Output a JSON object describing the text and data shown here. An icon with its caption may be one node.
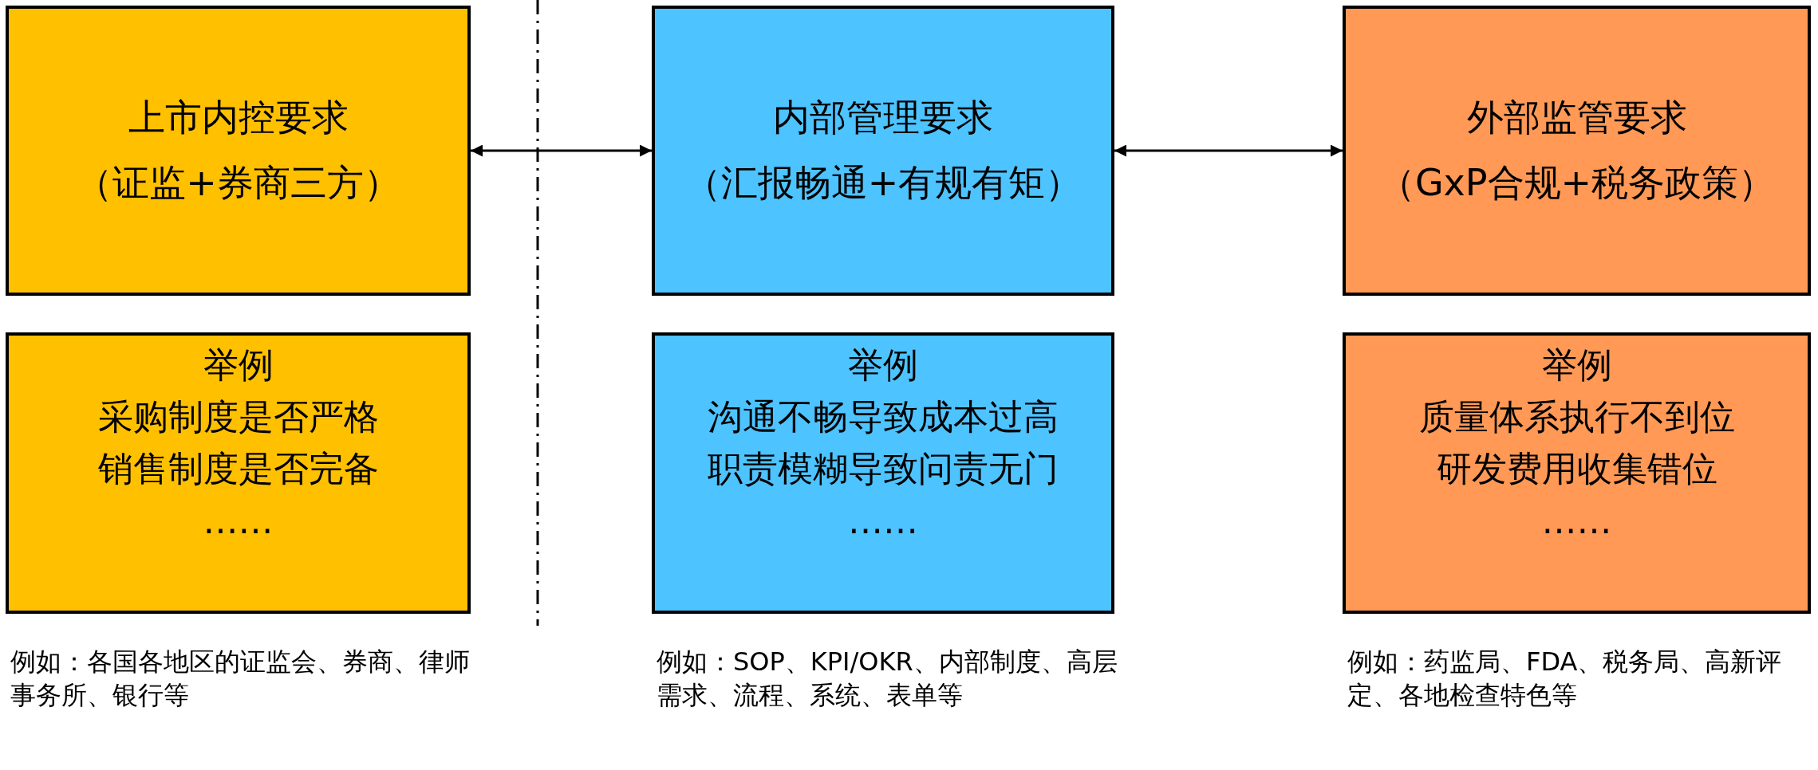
{
  "diagram": {
    "nodes": [
      {
        "text": [
          "上市内控要求",
          "（证监+券商三方）"
        ]
      },
      {
        "text": [
          "内部管理要求",
          "（汇报畅通+有规有矩）"
        ]
      },
      {
        "text": [
          "外部监管要求",
          "（GxP合规+税务政策）"
        ]
      },
      {
        "text": [
          "举例",
          "采购制度是否严格",
          "销售制度是否完备",
          "……"
        ],
        "beside": [
          "例如：各国各地区的证监会、券商、律师事务所、银行等"
        ]
      },
      {
        "text": [
          "举例",
          "沟通不畅导致成本过高",
          "职责模糊导致问责无门",
          "……"
        ],
        "beside": [
          "例如：SOP、KPI/OKR、内部制度、高层需求、流程、系统、表单等"
        ]
      },
      {
        "text": [
          "举例",
          "质量体系执行不到位",
          "研发费用收集错位",
          "……"
        ],
        "beside": [
          "例如：药监局、FDA、税务局、高新评定、各地检查特色等"
        ]
      }
    ],
    "edges": [
      {
        "from": 0,
        "to": 1,
        "arrow": "both"
      },
      {
        "from": 1,
        "to": 2,
        "arrow": "both"
      }
    ]
  }
}
